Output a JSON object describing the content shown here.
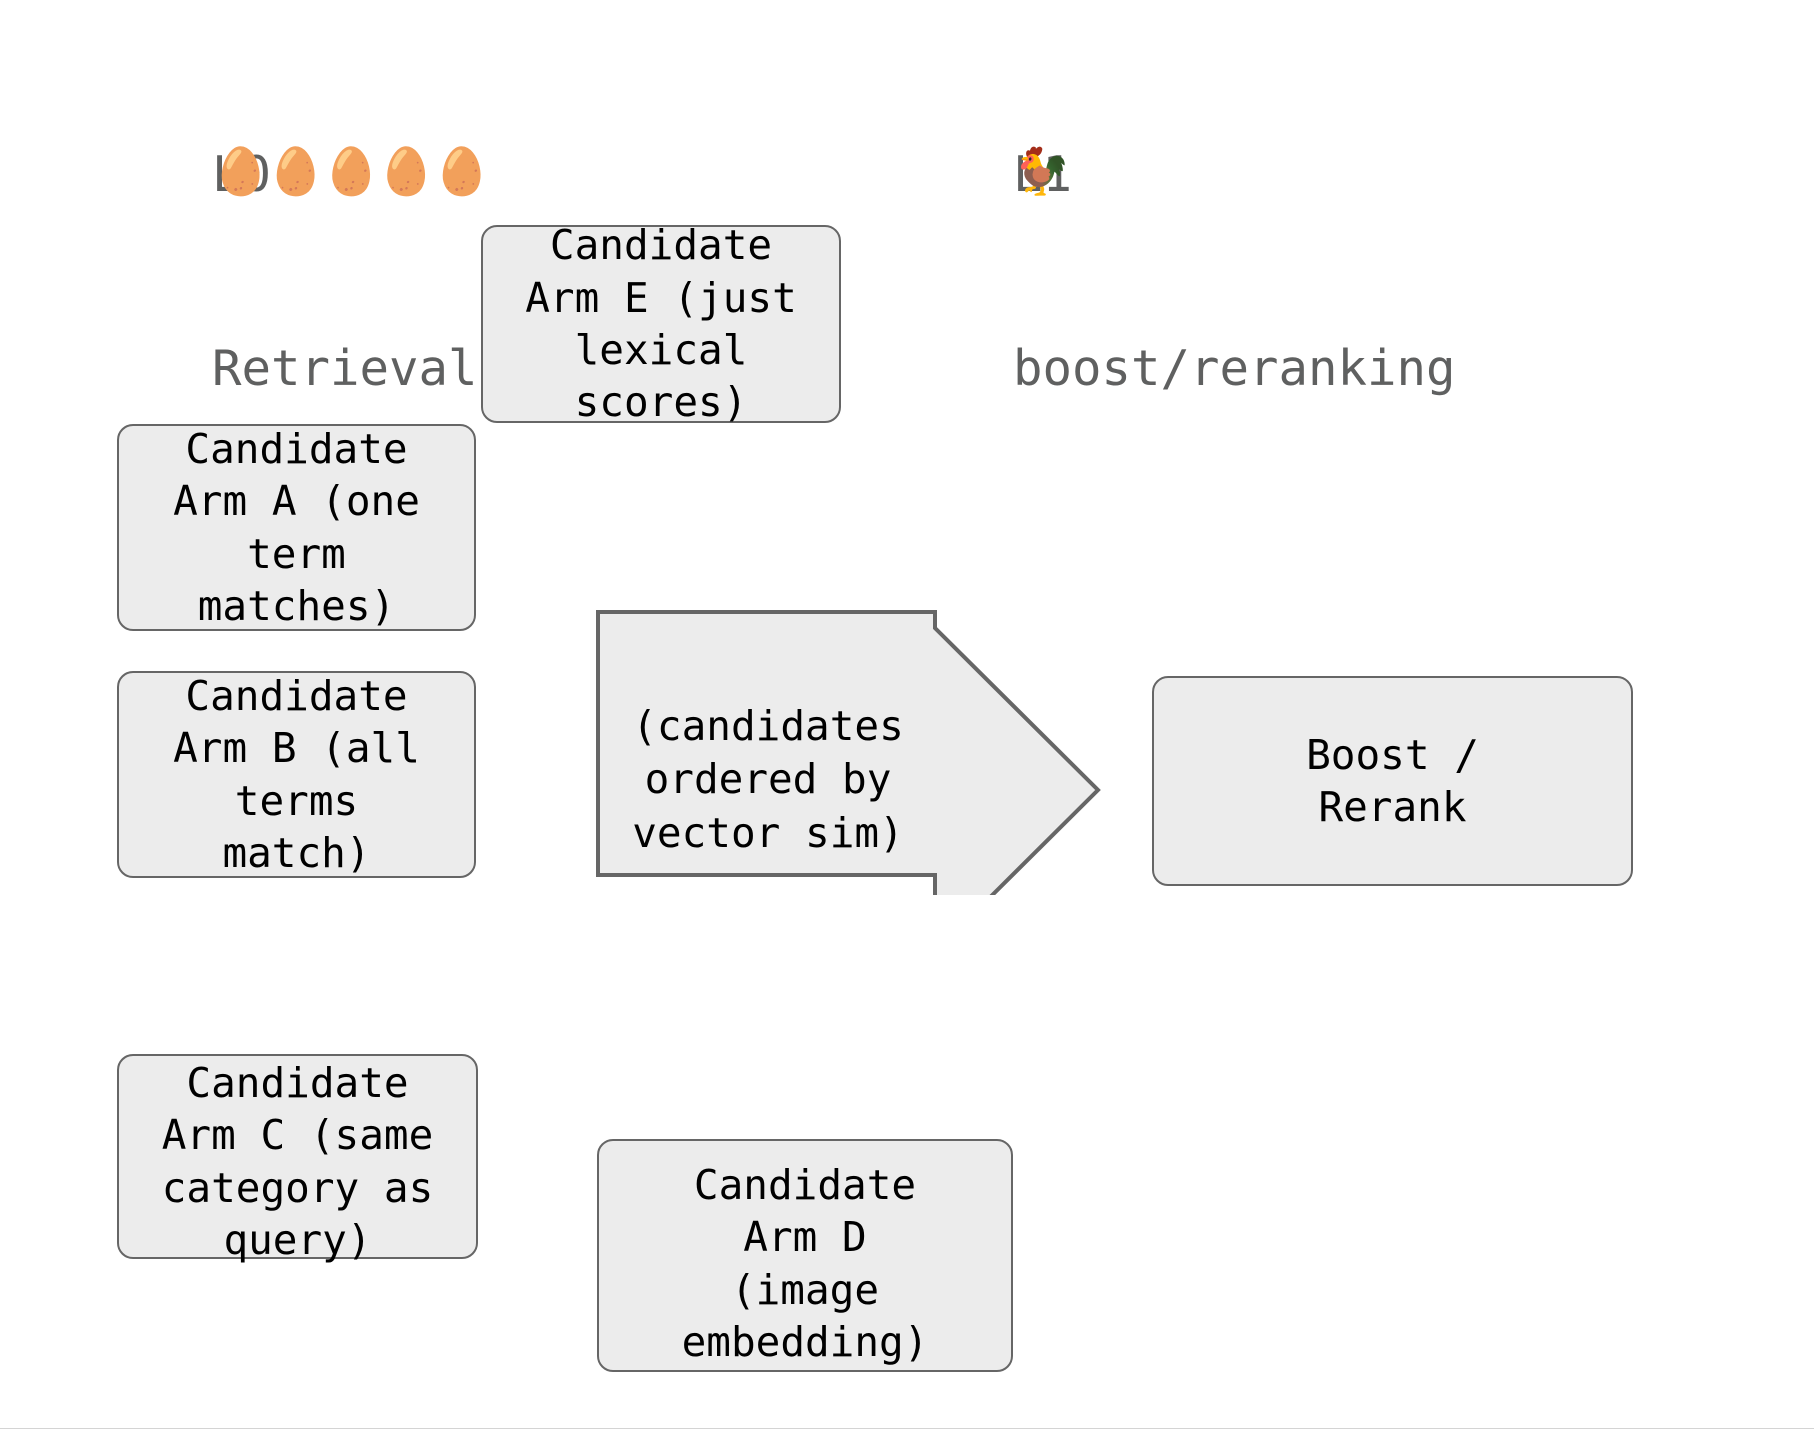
{
  "columns": [
    {
      "id": "l0",
      "level": "L0",
      "title": "Retrieval Arms",
      "emoji": "🥚🥚🥚🥚🥚",
      "emoji_name": "egg-emoji-row"
    },
    {
      "id": "l1",
      "level": "L1",
      "title": "boost/reranking",
      "emoji": "🐓",
      "emoji_name": "rooster-emoji"
    }
  ],
  "nodes": {
    "arm_e": "Candidate\nArm E (just\nlexical\nscores)",
    "arm_a": "Candidate\nArm A (one\nterm\nmatches)",
    "arm_b": "Candidate\nArm B (all\nterms\nmatch)",
    "arm_c": "Candidate\nArm C (same\ncategory as\nquery)",
    "arm_d": "Candidate\nArm D\n(image\nembedding)",
    "boost": "Boost /\nRerank"
  },
  "arrow": {
    "label": "(candidates\nordered by\nvector sim)",
    "direction": "right",
    "fill": "#ececec",
    "stroke": "#666666"
  },
  "colors": {
    "background": "#ffffff",
    "node_fill": "#ececec",
    "node_border": "#666666",
    "node_text": "#000000",
    "header_text": "#5f6060",
    "rule": "#d4d4d4"
  }
}
